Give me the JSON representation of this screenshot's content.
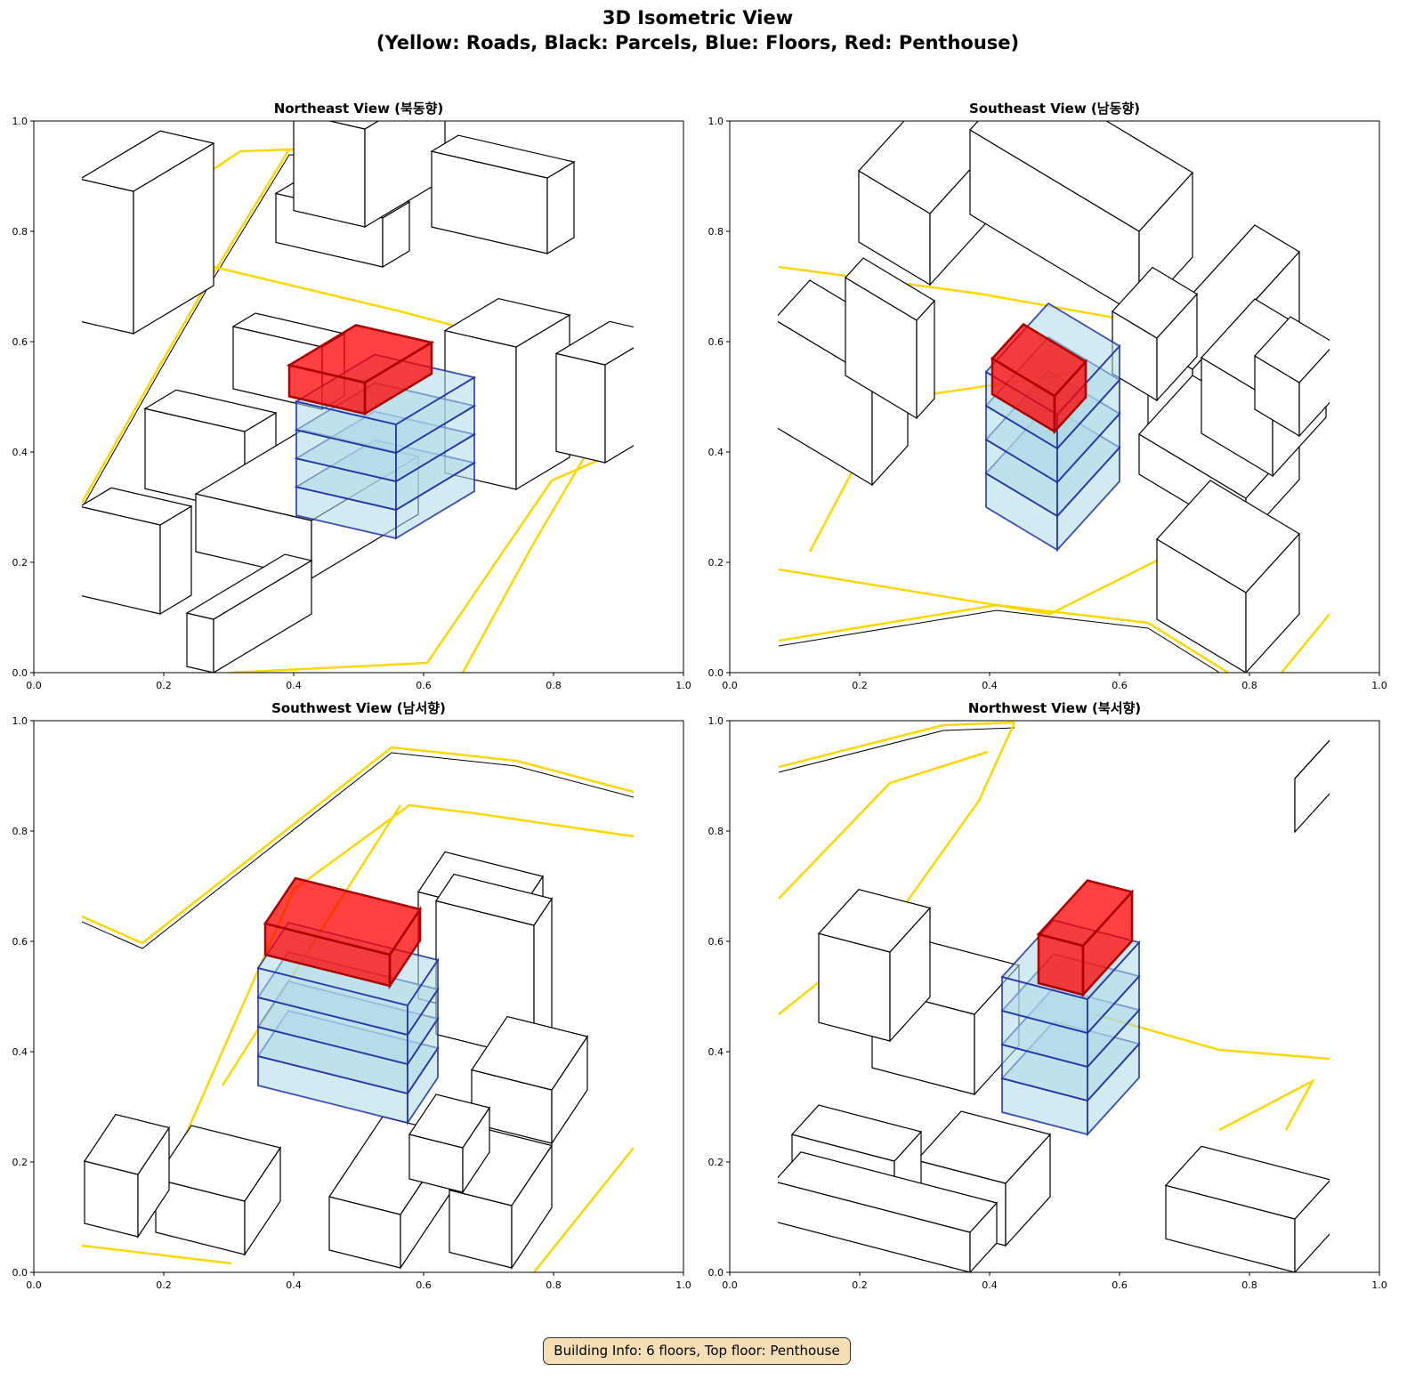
{
  "figure": {
    "title_line1": "3D Isometric View",
    "title_line2": "(Yellow: Roads, Black: Parcels, Blue: Floors, Red: Penthouse)"
  },
  "panels": [
    {
      "title": "Northeast View (북동향)"
    },
    {
      "title": "Southeast View (남동향)"
    },
    {
      "title": "Southwest View (남서향)"
    },
    {
      "title": "Northwest View (북서향)"
    }
  ],
  "axis": {
    "x_ticks": [
      "0.0",
      "0.2",
      "0.4",
      "0.6",
      "0.8",
      "1.0"
    ],
    "y_ticks": [
      "0.0",
      "0.2",
      "0.4",
      "0.6",
      "0.8",
      "1.0"
    ]
  },
  "colors": {
    "roads": "#ffd700",
    "parcels": "#000000",
    "floors": "#add8e6",
    "floor_edges": "#1f2fa8",
    "penthouse": "#ff0000",
    "penthouse_edges": "#aa0000"
  },
  "footer": {
    "info": "Building Info: 6 floors, Top floor: Penthouse"
  }
}
